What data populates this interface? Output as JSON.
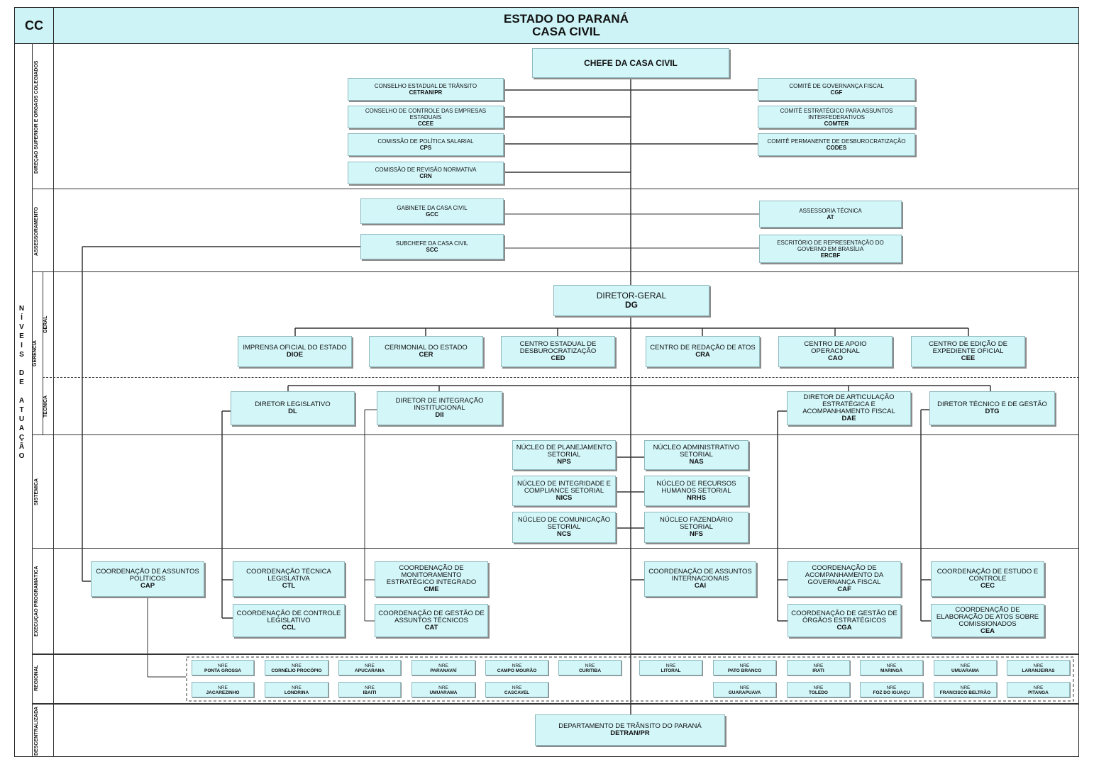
{
  "header": {
    "cc": "CC",
    "title_line1": "ESTADO DO PARANÁ",
    "title_line2": "CASA CIVIL"
  },
  "levels": {
    "main_label": "NÍVEIS DE ATUAÇÃO",
    "rows": {
      "superior": "DIREÇÃO SUPERIOR E ÓRGÃOS COLEGIADOS",
      "assessoramento": "ASSESSORAMENTO",
      "gerencia": "GERÊNCIA",
      "geral": "GERAL",
      "tecnica": "TÉCNICA",
      "sistemica": "SISTÊMICA",
      "execucao": "EXECUÇÃO PROGRAMÁTICA",
      "regional": "REGIONAL",
      "descentralizada": "DESCENTRALIZADA"
    }
  },
  "boxes": {
    "chefe": {
      "name": "CHEFE DA CASA CIVIL",
      "acr": ""
    },
    "cetran": {
      "name": "CONSELHO ESTADUAL DE TRÂNSITO",
      "acr": "CETRAN/PR"
    },
    "ccee": {
      "name": "CONSELHO DE CONTROLE DAS EMPRESAS ESTADUAIS",
      "acr": "CCEE"
    },
    "cps": {
      "name": "COMISSÃO DE POLÍTICA SALARIAL",
      "acr": "CPS"
    },
    "crn": {
      "name": "COMISSÃO DE REVISÃO NORMATIVA",
      "acr": "CRN"
    },
    "cgf": {
      "name": "COMITÊ DE GOVERNANÇA FISCAL",
      "acr": "CGF"
    },
    "comter": {
      "name": "COMITÊ ESTRATÉGICO PARA ASSUNTOS INTERFEDERATIVOS",
      "acr": "COMTER"
    },
    "codes": {
      "name": "COMITÊ PERMANENTE DE DESBUROCRATIZAÇÃO",
      "acr": "CODES"
    },
    "gcc": {
      "name": "GABINETE DA CASA CIVIL",
      "acr": "GCC"
    },
    "scc": {
      "name": "SUBCHEFE DA CASA CIVIL",
      "acr": "SCC"
    },
    "at": {
      "name": "ASSESSORIA TÉCNICA",
      "acr": "AT"
    },
    "ercbf": {
      "name": "ESCRITÓRIO DE REPRESENTAÇÃO DO GOVERNO EM BRASÍLIA",
      "acr": "ERCBF"
    },
    "dg": {
      "name": "DIRETOR-GERAL",
      "acr": "DG"
    },
    "dioe": {
      "name": "IMPRENSA OFICIAL DO ESTADO",
      "acr": "DIOE"
    },
    "cer": {
      "name": "CERIMONIAL DO ESTADO",
      "acr": "CER"
    },
    "ced": {
      "name": "CENTRO ESTADUAL DE DESBUROCRATIZAÇÃO",
      "acr": "CED"
    },
    "cra": {
      "name": "CENTRO DE REDAÇÃO DE ATOS",
      "acr": "CRA"
    },
    "cao": {
      "name": "CENTRO DE APOIO OPERACIONAL",
      "acr": "CAO"
    },
    "cee": {
      "name": "CENTRO DE EDIÇÃO DE EXPEDIENTE OFICIAL",
      "acr": "CEE"
    },
    "dl": {
      "name": "DIRETOR LEGISLATIVO",
      "acr": "DL"
    },
    "dii": {
      "name": "DIRETOR DE INTEGRAÇÃO INSTITUCIONAL",
      "acr": "DII"
    },
    "dae": {
      "name": "DIRETOR DE ARTICULAÇÃO ESTRATÉGICA E ACOMPANHAMENTO FISCAL",
      "acr": "DAE"
    },
    "dtg": {
      "name": "DIRETOR TÉCNICO E DE GESTÃO",
      "acr": "DTG"
    },
    "nps": {
      "name": "NÚCLEO DE PLANEJAMENTO SETORIAL",
      "acr": "NPS"
    },
    "nas": {
      "name": "NÚCLEO ADMINISTRATIVO SETORIAL",
      "acr": "NAS"
    },
    "nics": {
      "name": "NÚCLEO DE INTEGRIDADE E COMPLIANCE SETORIAL",
      "acr": "NICS"
    },
    "nrhs": {
      "name": "NÚCLEO DE RECURSOS HUMANOS SETORIAL",
      "acr": "NRHS"
    },
    "ncs": {
      "name": "NÚCLEO DE COMUNICAÇÃO SETORIAL",
      "acr": "NCS"
    },
    "nfs": {
      "name": "NÚCLEO FAZENDÁRIO SETORIAL",
      "acr": "NFS"
    },
    "cap": {
      "name": "COORDENAÇÃO DE ASSUNTOS POLÍTICOS",
      "acr": "CAP"
    },
    "ctl": {
      "name": "COORDENAÇÃO TÉCNICA LEGISLATIVA",
      "acr": "CTL"
    },
    "ccl": {
      "name": "COORDENAÇÃO DE CONTROLE LEGISLATIVO",
      "acr": "CCL"
    },
    "cme": {
      "name": "COORDENAÇÃO DE MONITORAMENTO ESTRATÉGICO INTEGRADO",
      "acr": "CME"
    },
    "cat": {
      "name": "COORDENAÇÃO DE GESTÃO DE ASSUNTOS TÉCNICOS",
      "acr": "CAT"
    },
    "cai": {
      "name": "COORDENAÇÃO DE ASSUNTOS INTERNACIONAIS",
      "acr": "CAI"
    },
    "caf": {
      "name": "COORDENAÇÃO DE ACOMPANHAMENTO DA GOVERNANÇA FISCAL",
      "acr": "CAF"
    },
    "cga": {
      "name": "COORDENAÇÃO DE GESTÃO DE ÓRGÃOS ESTRATÉGICOS",
      "acr": "CGA"
    },
    "cec": {
      "name": "COORDENAÇÃO DE ESTUDO E CONTROLE",
      "acr": "CEC"
    },
    "cea": {
      "name": "COORDENAÇÃO DE ELABORAÇÃO DE ATOS SOBRE COMISSIONADOS",
      "acr": "CEA"
    },
    "detran": {
      "name": "DEPARTAMENTO DE TRÂNSITO DO PARANÁ",
      "acr": "DETRAN/PR"
    }
  },
  "nre": {
    "prefix": "NRE",
    "row1": [
      "PONTA GROSSA",
      "CORNÉLIO PROCÓPIO",
      "APUCARANA",
      "PARANAVAÍ",
      "CAMPO MOURÃO",
      "CURITIBA",
      "LITORAL",
      "PATO BRANCO",
      "IRATI",
      "MARINGÁ",
      "UMUARAMA",
      "LARANJEIRAS"
    ],
    "row2": [
      "JACAREZINHO",
      "LONDRINA",
      "IBAITI",
      "UMUARAMA",
      "CASCAVEL",
      "GUARAPUAVA",
      "TOLEDO",
      "FOZ DO IGUAÇU",
      "FRANCISCO BELTRÃO",
      "PITANGA"
    ]
  }
}
